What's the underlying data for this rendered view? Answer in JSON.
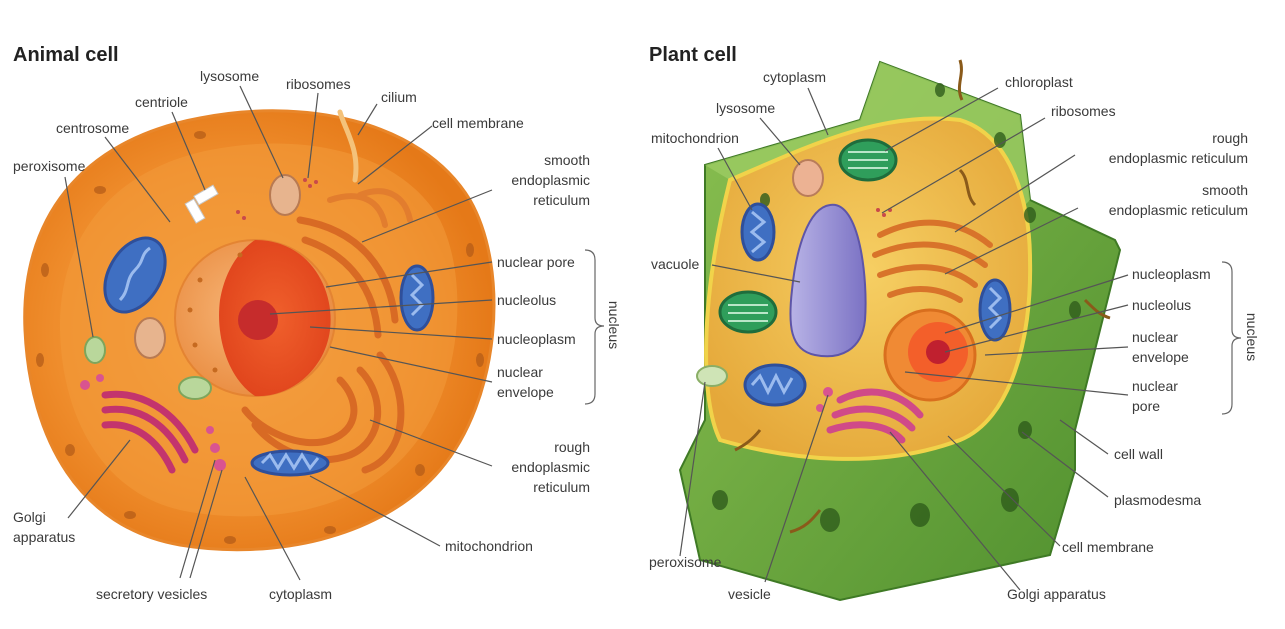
{
  "animal": {
    "title": "Animal cell",
    "labels": {
      "lysosome": "lysosome",
      "ribosomes": "ribosomes",
      "cilium": "cilium",
      "centriole": "centriole",
      "cell_membrane": "cell membrane",
      "centrosome": "centrosome",
      "peroxisome": "peroxisome",
      "smooth_er_1": "smooth",
      "smooth_er_2": "endoplasmic",
      "smooth_er_3": "reticulum",
      "nuclear_pore": "nuclear pore",
      "nucleolus": "nucleolus",
      "nucleoplasm": "nucleoplasm",
      "nuclear_envelope_1": "nuclear",
      "nuclear_envelope_2": "envelope",
      "nucleus": "nucleus",
      "rough_er_1": "rough",
      "rough_er_2": "endoplasmic",
      "rough_er_3": "reticulum",
      "golgi_1": "Golgi",
      "golgi_2": "apparatus",
      "mitochondrion": "mitochondrion",
      "secretory_vesicles": "secretory vesicles",
      "cytoplasm": "cytoplasm"
    }
  },
  "plant": {
    "title": "Plant cell",
    "labels": {
      "cytoplasm": "cytoplasm",
      "chloroplast": "chloroplast",
      "lysosome": "lysosome",
      "ribosomes": "ribosomes",
      "mitochondrion": "mitochondrion",
      "rough_er_1": "rough",
      "rough_er_2": "endoplasmic reticulum",
      "smooth_er_1": "smooth",
      "smooth_er_2": "endoplasmic reticulum",
      "vacuole": "vacuole",
      "nucleoplasm": "nucleoplasm",
      "nucleolus": "nucleolus",
      "nuclear_envelope_1": "nuclear",
      "nuclear_envelope_2": "envelope",
      "nuclear_pore_1": "nuclear",
      "nuclear_pore_2": "pore",
      "nucleus": "nucleus",
      "cell_wall": "cell wall",
      "plasmodesma": "plasmodesma",
      "cell_membrane": "cell membrane",
      "peroxisome": "peroxisome",
      "vesicle": "vesicle",
      "golgi": "Golgi apparatus"
    }
  }
}
